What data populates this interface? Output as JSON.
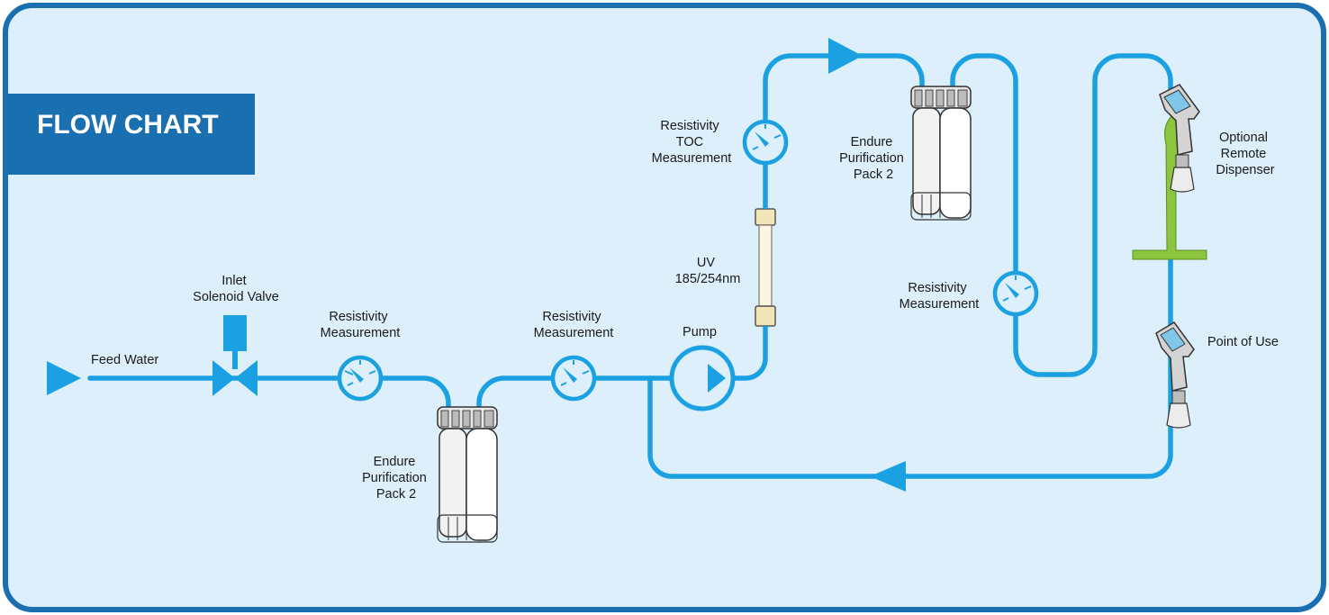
{
  "title": "FLOW CHART",
  "colors": {
    "pipe": "#1ba1e2",
    "background": "#dceffa",
    "border": "#1a6fb0",
    "title_bg": "#1a6fb0",
    "dispense_arm": "#8cc63f"
  },
  "labels": {
    "feed_water": [
      "Feed Water"
    ],
    "inlet_valve": [
      "Inlet",
      "Solenoid Valve"
    ],
    "resistivity_1": [
      "Resistivity",
      "Measurement"
    ],
    "pack_1": [
      "Endure",
      "Purification",
      "Pack 2"
    ],
    "resistivity_2": [
      "Resistivity",
      "Measurement"
    ],
    "pump": [
      "Pump"
    ],
    "uv": [
      "UV",
      "185/254nm"
    ],
    "resistivity_toc": [
      "Resistivity",
      "TOC",
      "Measurement"
    ],
    "pack_2": [
      "Endure",
      "Purification",
      "Pack 2"
    ],
    "resistivity_3": [
      "Resistivity",
      "Measurement"
    ],
    "remote_dispenser": [
      "Optional",
      "Remote",
      "Dispenser"
    ],
    "point_of_use": [
      "Point of Use"
    ]
  },
  "icons": [
    "flow-arrow-icon",
    "solenoid-valve-icon",
    "gauge-icon",
    "filter-cartridge-icon",
    "pump-icon",
    "uv-lamp-icon",
    "dispenser-gun-icon"
  ]
}
